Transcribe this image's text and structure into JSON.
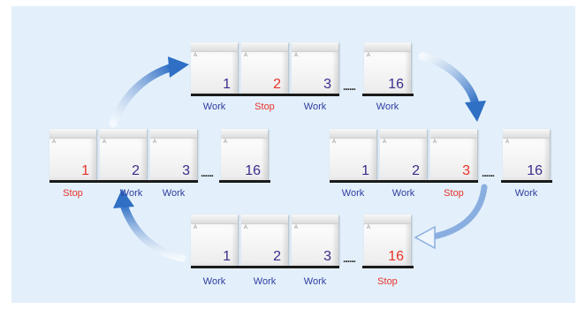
{
  "colors": {
    "work": "#2f3da0",
    "stop": "#e8322a",
    "unit_number": "#3a2d8c",
    "background": "#e3f0fb"
  },
  "ellipsis": "......",
  "rows": [
    {
      "id": "row-top",
      "units": [
        {
          "number": "1",
          "status": "Work"
        },
        {
          "number": "2",
          "status": "Stop"
        },
        {
          "number": "3",
          "status": "Work"
        },
        {
          "number": "16",
          "status": "Work"
        }
      ]
    },
    {
      "id": "row-left",
      "units": [
        {
          "number": "1",
          "status": "Stop"
        },
        {
          "number": "2",
          "status": "Work"
        },
        {
          "number": "3",
          "status": "Work"
        },
        {
          "number": "16",
          "status": ""
        }
      ]
    },
    {
      "id": "row-right",
      "units": [
        {
          "number": "1",
          "status": "Work"
        },
        {
          "number": "2",
          "status": "Work"
        },
        {
          "number": "3",
          "status": "Stop"
        },
        {
          "number": "16",
          "status": "Work"
        }
      ]
    },
    {
      "id": "row-bottom",
      "units": [
        {
          "number": "1",
          "status": "Work"
        },
        {
          "number": "2",
          "status": "Work"
        },
        {
          "number": "3",
          "status": "Work"
        },
        {
          "number": "16",
          "status": "Stop"
        }
      ]
    }
  ]
}
